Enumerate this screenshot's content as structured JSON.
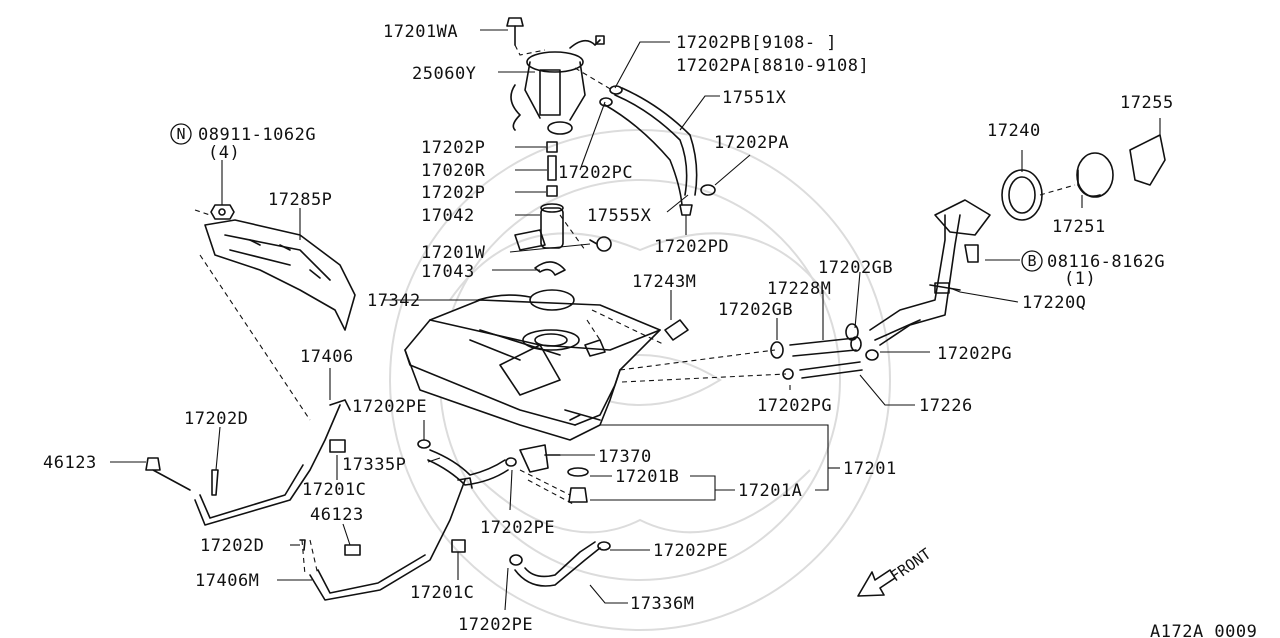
{
  "diagram": {
    "front_label": "FRONT",
    "code": "A172A 0009",
    "labels": {
      "p17201WA": "17201WA",
      "p25060Y": "25060Y",
      "p17202PB": "17202PB[9108-    ]",
      "p17202PA_range": "17202PA[8810-9108]",
      "p17551X": "17551X",
      "p17255": "17255",
      "p08911": "08911-1062G",
      "p08911_qty": "(4)",
      "p17240": "17240",
      "p17202PA": "17202PA",
      "p17202P_a": "17202P",
      "p17020R": "17020R",
      "p17202PC": "17202PC",
      "p17202P_b": "17202P",
      "p17042": "17042",
      "p17555X": "17555X",
      "p17251": "17251",
      "p17285P": "17285P",
      "p17201W": "17201W",
      "p17202PD": "17202PD",
      "p08116": "08116-8162G",
      "p08116_qty": "(1)",
      "p17043": "17043",
      "p17202GB_a": "17202GB",
      "p17243M": "17243M",
      "p17228M": "17228M",
      "p17342": "17342",
      "p17220Q": "17220Q",
      "p17202GB_b": "17202GB",
      "p17202PG_a": "17202PG",
      "p17406": "17406",
      "p17202PE_a": "17202PE",
      "p17202PG_b": "17202PG",
      "p17226": "17226",
      "p17202D_a": "17202D",
      "p17370": "17370",
      "p46123_a": "46123",
      "p17335P": "17335P",
      "p17201": "17201",
      "p17201B": "17201B",
      "p17201C_a": "17201C",
      "p17201A": "17201A",
      "p46123_b": "46123",
      "p17202PE_b": "17202PE",
      "p17202D_b": "17202D",
      "p17202PE_c": "17202PE",
      "p17406M": "17406M",
      "p17201C_b": "17201C",
      "p17336M": "17336M",
      "p17202PE_d": "17202PE"
    },
    "circle_marks": {
      "n": "N",
      "b": "B"
    }
  }
}
